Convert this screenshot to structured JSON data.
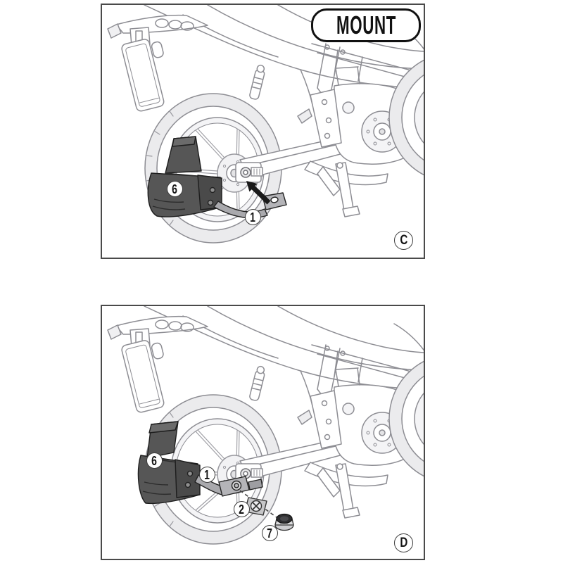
{
  "header": {
    "mount_label": "MOUNT"
  },
  "panels": [
    {
      "letter": "C",
      "callouts": [
        {
          "label": "6"
        },
        {
          "label": "1"
        }
      ]
    },
    {
      "letter": "D",
      "callouts": [
        {
          "label": "6"
        },
        {
          "label": "1"
        },
        {
          "label": "2"
        },
        {
          "label": "7"
        }
      ]
    }
  ],
  "icons": {
    "arrow": "mounting-direction-arrow",
    "dashed_line": "assembly-alignment-line"
  },
  "colors": {
    "panel_border": "#4a4a4a",
    "line_art_gray": "#8d8d93",
    "part_dark_gray": "#565656",
    "part_mid_gray": "#b0b0b4",
    "arrow_black": "#1a1a1a",
    "background": "#ffffff"
  }
}
